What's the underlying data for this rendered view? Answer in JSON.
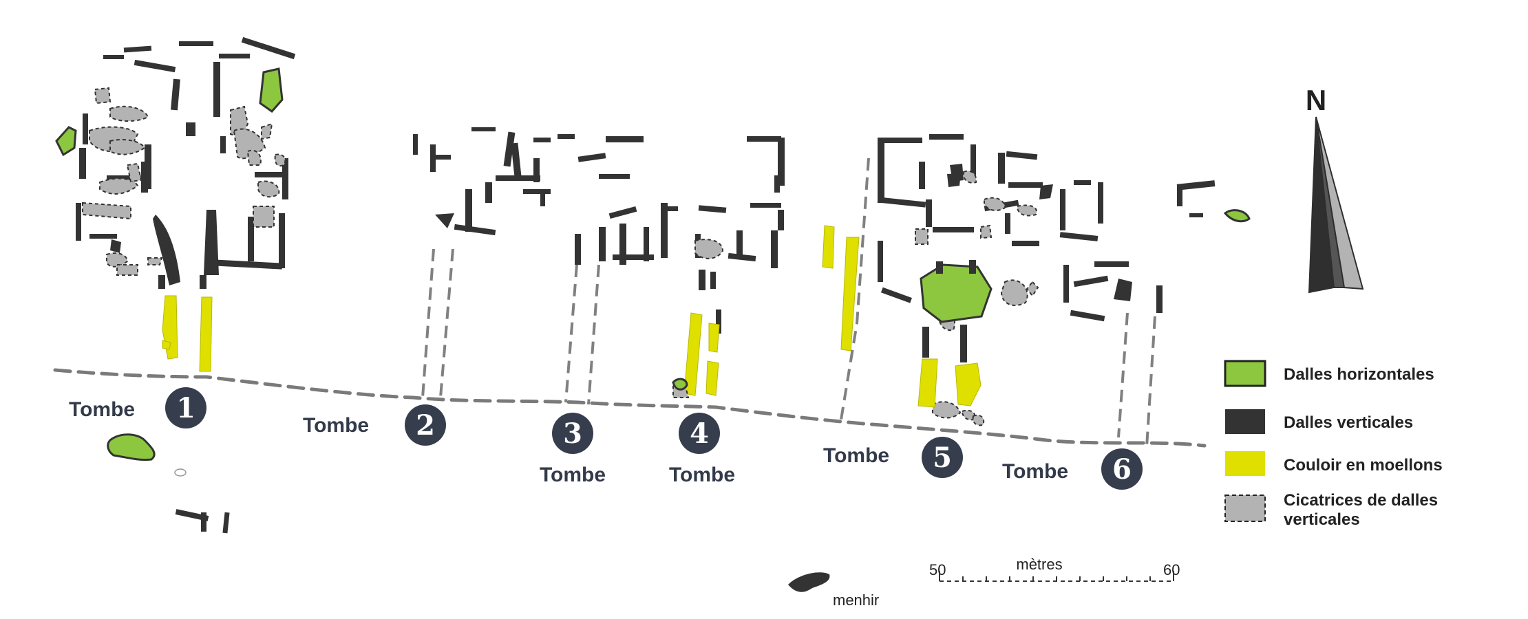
{
  "tombs": [
    {
      "label": "Tombe",
      "number": "1"
    },
    {
      "label": "Tombe",
      "number": "2"
    },
    {
      "label": "Tombe",
      "number": "3"
    },
    {
      "label": "Tombe",
      "number": "4"
    },
    {
      "label": "Tombe",
      "number": "5"
    },
    {
      "label": "Tombe",
      "number": "6"
    }
  ],
  "legend": {
    "horizontal": "Dalles horizontales",
    "vertical": "Dalles verticales",
    "couloir": "Couloir en moellons",
    "cicatrices_line1": "Cicatrices de dalles",
    "cicatrices_line2": "verticales"
  },
  "north": "N",
  "scale": {
    "label": "mètres",
    "start": "50",
    "end": "60"
  },
  "menhir": "menhir",
  "colors": {
    "horizontal": "#8dc63f",
    "vertical": "#333333",
    "couloir": "#dfe000",
    "cicatrice": "#b3b3b3",
    "tomb_badge": "#363e4d"
  }
}
